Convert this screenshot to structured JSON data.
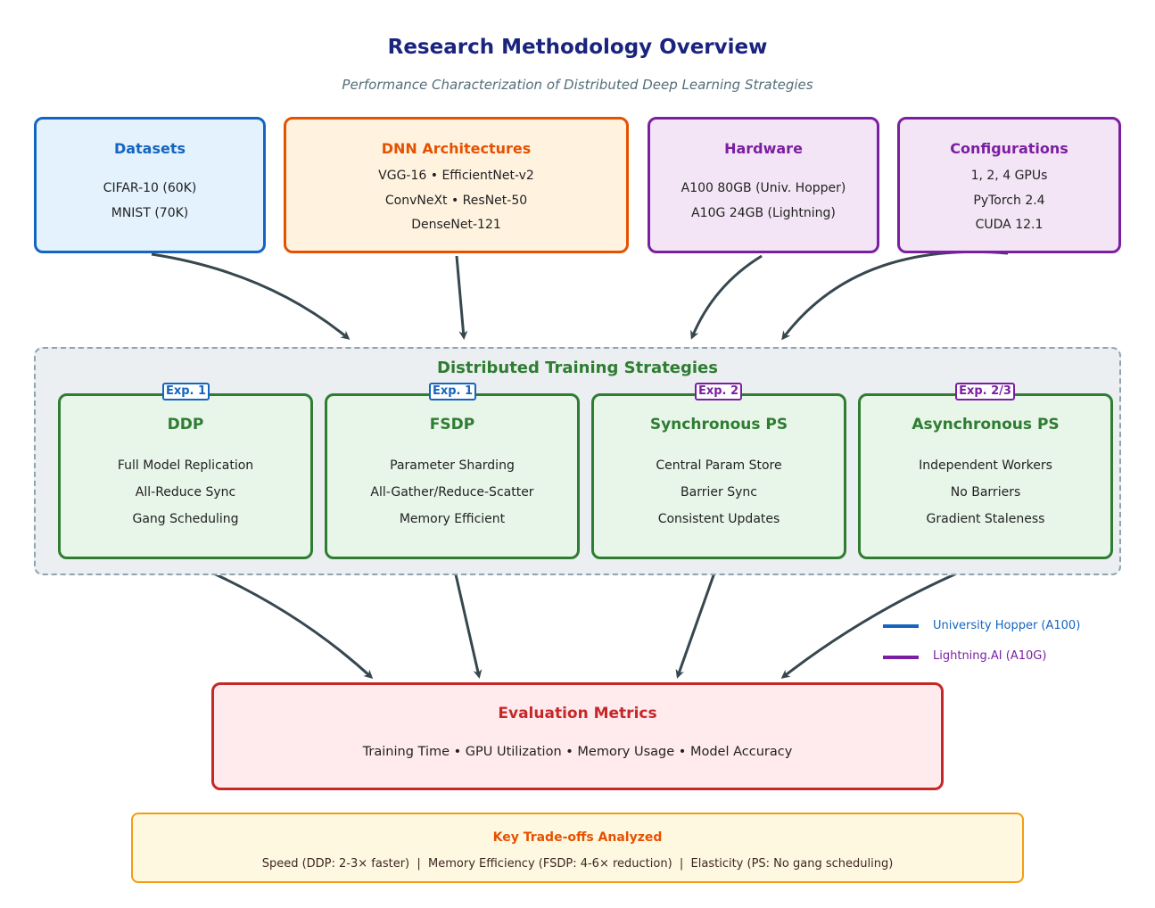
{
  "title": "Research Methodology Overview",
  "subtitle": "Performance Characterization of Distributed Deep Learning Strategies",
  "inputs": {
    "datasets": {
      "title": "Datasets",
      "lines": [
        "CIFAR-10 (60K)",
        "MNIST (70K)"
      ]
    },
    "architectures": {
      "title": "DNN Architectures",
      "lines": [
        "VGG-16 • EfficientNet-v2",
        "ConvNeXt • ResNet-50",
        "DenseNet-121"
      ]
    },
    "hardware": {
      "title": "Hardware",
      "lines": [
        "A100 80GB (Univ. Hopper)",
        "A10G 24GB (Lightning)"
      ]
    },
    "configurations": {
      "title": "Configurations",
      "lines": [
        "1, 2, 4 GPUs",
        "PyTorch 2.4",
        "CUDA 12.1"
      ]
    }
  },
  "strategies": {
    "title": "Distributed Training Strategies",
    "items": [
      {
        "badge": "Exp. 1",
        "name": "DDP",
        "lines": [
          "Full Model Replication",
          "All-Reduce Sync",
          "Gang Scheduling"
        ]
      },
      {
        "badge": "Exp. 1",
        "name": "FSDP",
        "lines": [
          "Parameter Sharding",
          "All-Gather/Reduce-Scatter",
          "Memory Efficient"
        ]
      },
      {
        "badge": "Exp. 2",
        "name": "Synchronous PS",
        "lines": [
          "Central Param Store",
          "Barrier Sync",
          "Consistent Updates"
        ]
      },
      {
        "badge": "Exp. 2/3",
        "name": "Asynchronous PS",
        "lines": [
          "Independent Workers",
          "No Barriers",
          "Gradient Staleness"
        ]
      }
    ]
  },
  "legend": [
    {
      "label": "University Hopper (A100)",
      "color": "#1565c0"
    },
    {
      "label": "Lightning.AI (A10G)",
      "color": "#7b1fa2"
    }
  ],
  "evaluation": {
    "title": "Evaluation Metrics",
    "line": "Training Time • GPU Utilization • Memory Usage • Model Accuracy"
  },
  "tradeoffs": {
    "title": "Key Trade-offs Analyzed",
    "line": "Speed (DDP: 2-3× faster)  |  Memory Efficiency (FSDP: 4-6× reduction)  |  Elasticity (PS: No gang scheduling)"
  },
  "colors": {
    "arrow": "#37474f",
    "title": "#1a237e",
    "strategy": "#2e7d32",
    "evaluation": "#c62828"
  }
}
